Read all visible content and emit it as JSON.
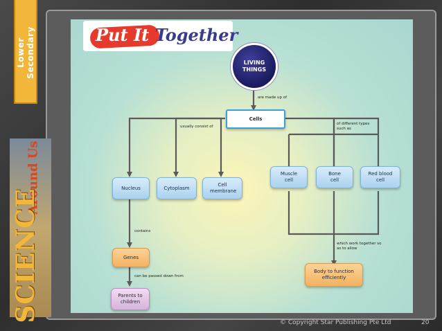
{
  "sidebar": {
    "level_tab": "Lower Secondary",
    "brand_science": "SCIENCE",
    "brand_around": "Around Us"
  },
  "banner": {
    "part1": "Put It ",
    "part2": "Together"
  },
  "diagram": {
    "root": "LIVING THINGS",
    "link_made_up_of": "are made up of",
    "cells": "Cells",
    "link_consist_of": "usually consist of",
    "link_types": "of different types such as",
    "nucleus": "Nucleus",
    "cytoplasm": "Cytoplasm",
    "membrane": "Cell membrane",
    "muscle": "Muscle cell",
    "bone": "Bone cell",
    "red_blood": "Red blood cell",
    "link_contains": "contains",
    "genes": "Genes",
    "link_passed": "can be passed down from",
    "parents": "Parents to children",
    "link_work_together": "which work together so as to allow",
    "body_function": "Body to function efficiently"
  },
  "footer": {
    "copyright": "© Copyright Star Publishing Pte Ltd",
    "page": "20"
  },
  "colors": {
    "accent_orange": "#f2b63a",
    "banner_red": "#e63a2c",
    "node_blue": "#a9d2f0",
    "line": "#5a5a5a"
  }
}
